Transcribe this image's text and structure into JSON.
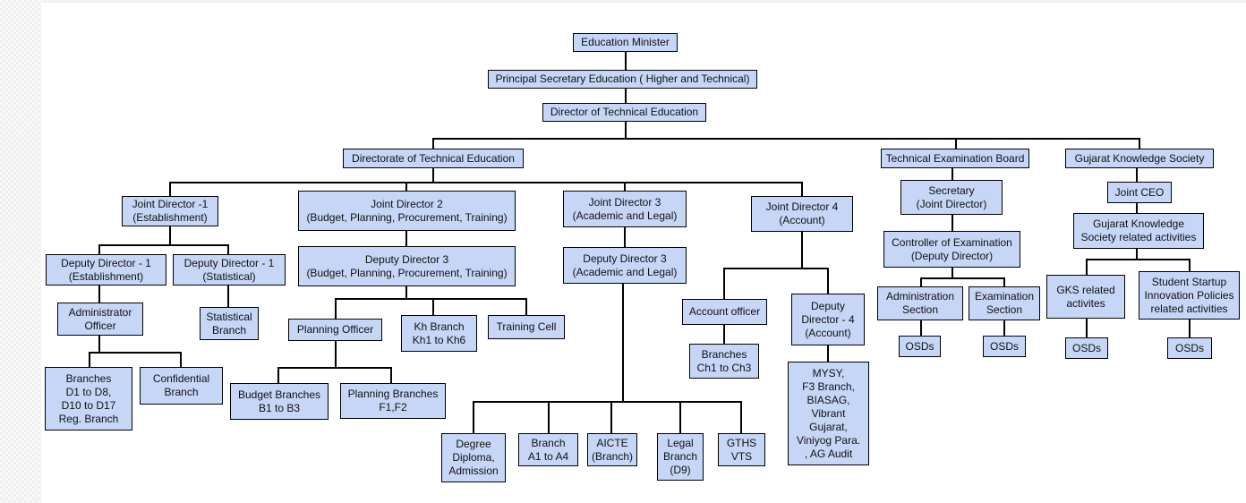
{
  "nodes": {
    "minister": "Education Minister",
    "principal_secretary": "Principal Secretary Education ( Higher and Technical)",
    "director_te": "Director of Technical Education",
    "directorate": "Directorate of Technical Education",
    "teb": "Technical Examination Board",
    "gks": "Gujarat Knowledge Society",
    "jd1": "Joint Director  -1\n(Establishment)",
    "jd2": "Joint Director 2\n(Budget, Planning, Procurement, Training)",
    "jd3": "Joint Director 3\n(Academic and Legal)",
    "jd4": "Joint Director 4\n(Account)",
    "dd1_est": "Deputy Director - 1\n(Establishment)",
    "dd1_stat": "Deputy Director  - 1\n(Statistical)",
    "admin_officer": "Administrator\nOfficer",
    "statistical_branch": "Statistical\nBranch",
    "branches_d": "Branches\nD1 to D8,\nD10 to D17\nReg. Branch",
    "confidential_branch": "Confidential\nBranch",
    "dd3_budget": "Deputy Director 3\n(Budget, Planning, Procurement, Training)",
    "planning_officer": "Planning Officer",
    "kh_branch": "Kh Branch\nKh1 to Kh6",
    "training_cell": "Training Cell",
    "budget_branches": "Budget Branches\nB1 to B3",
    "planning_branches": "Planning Branches\nF1,F2",
    "dd3_academic": "Deputy Director 3\n(Academic and Legal)",
    "degree_diploma": "Degree\nDiploma,\nAdmission",
    "branch_a": "Branch\nA1 to A4",
    "aicte": "AICTE\n(Branch)",
    "legal_branch": "Legal\nBranch\n(D9)",
    "gths": "GTHS\nVTS",
    "account_officer": "Account officer",
    "branches_ch": "Branches\nCh1 to Ch3",
    "dd4": "Deputy\nDirector - 4\n(Account)",
    "mysy": "MYSY,\nF3 Branch,\nBIASAG,\nVibrant\nGujarat,\nViniyog Para.\n, AG Audit",
    "secretary": "Secretary\n(Joint Director)",
    "controller": "Controller of Examination\n(Deputy Director)",
    "admin_section": "Administration\nSection",
    "exam_section": "Examination\nSection",
    "osd_admin": "OSDs",
    "osd_exam": "OSDs",
    "joint_ceo": "Joint CEO",
    "gks_activities": "Gujarat Knowledge\nSociety related activities",
    "gks_related": "GKS related\nactivites",
    "startup": "Student Startup\nInnovation Policies\nrelated activities",
    "osd_gks": "OSDs",
    "osd_startup": "OSDs"
  },
  "colors": {
    "box_fill": "#c5d6f7",
    "box_border": "#000000",
    "connector": "#000000"
  }
}
